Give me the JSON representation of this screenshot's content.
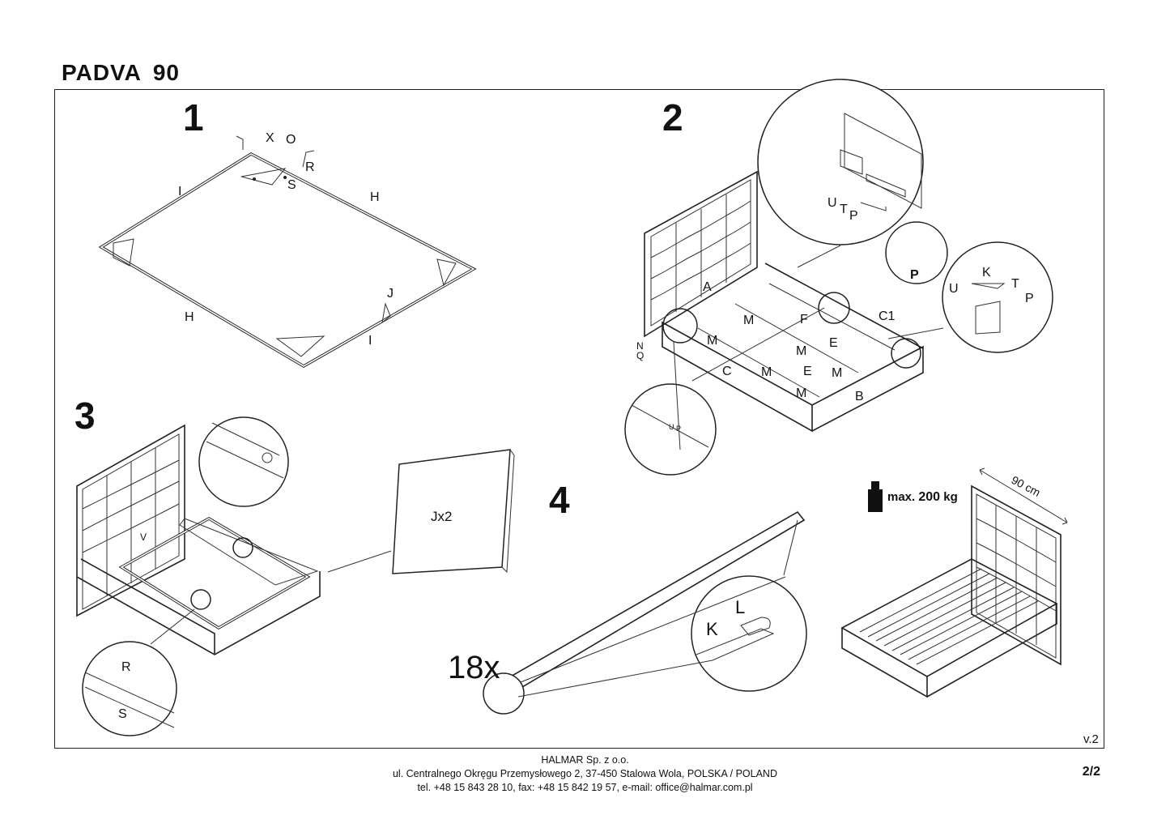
{
  "header": {
    "product": "PADVA",
    "size": "90"
  },
  "steps": {
    "step1": {
      "number": "1",
      "labels": {
        "X": "X",
        "O": "O",
        "R": "R",
        "S": "S",
        "I_top": "I",
        "H_top": "H",
        "J": "J",
        "H_bottom": "H",
        "I_bottom": "I"
      }
    },
    "step2": {
      "number": "2",
      "labels": {
        "A": "A",
        "F": "F",
        "C1": "C1",
        "M1": "M",
        "M2": "M",
        "M3": "M",
        "M4": "M",
        "M5": "M",
        "M6": "M",
        "E1": "E",
        "E2": "E",
        "C": "C",
        "B": "B",
        "N": "N",
        "Q": "Q",
        "U1": "U",
        "T1": "T",
        "P1": "P",
        "P2": "P",
        "K": "K",
        "T2": "T",
        "U2": "U",
        "P3": "P",
        "U3": "U",
        "P4": "P"
      }
    },
    "step3": {
      "number": "3",
      "labels": {
        "V": "V",
        "R": "R",
        "S": "S",
        "panel": "Jx2"
      }
    },
    "step4": {
      "number": "4",
      "labels": {
        "count": "18x",
        "K": "K",
        "L": "L"
      }
    }
  },
  "capacity": {
    "prefix": "max.",
    "value": "200",
    "unit": "kg"
  },
  "dimension": {
    "width": "90 cm"
  },
  "version": "v.2",
  "page": "2/2",
  "footer": {
    "company": "HALMAR Sp. z o.o.",
    "address": "ul. Centralnego Okręgu Przemysłowego 2, 37-450 Stalowa Wola, POLSKA / POLAND",
    "contact": "tel. +48 15 843 28 10, fax: +48 15 842 19 57, e-mail: office@halmar.com.pl"
  }
}
